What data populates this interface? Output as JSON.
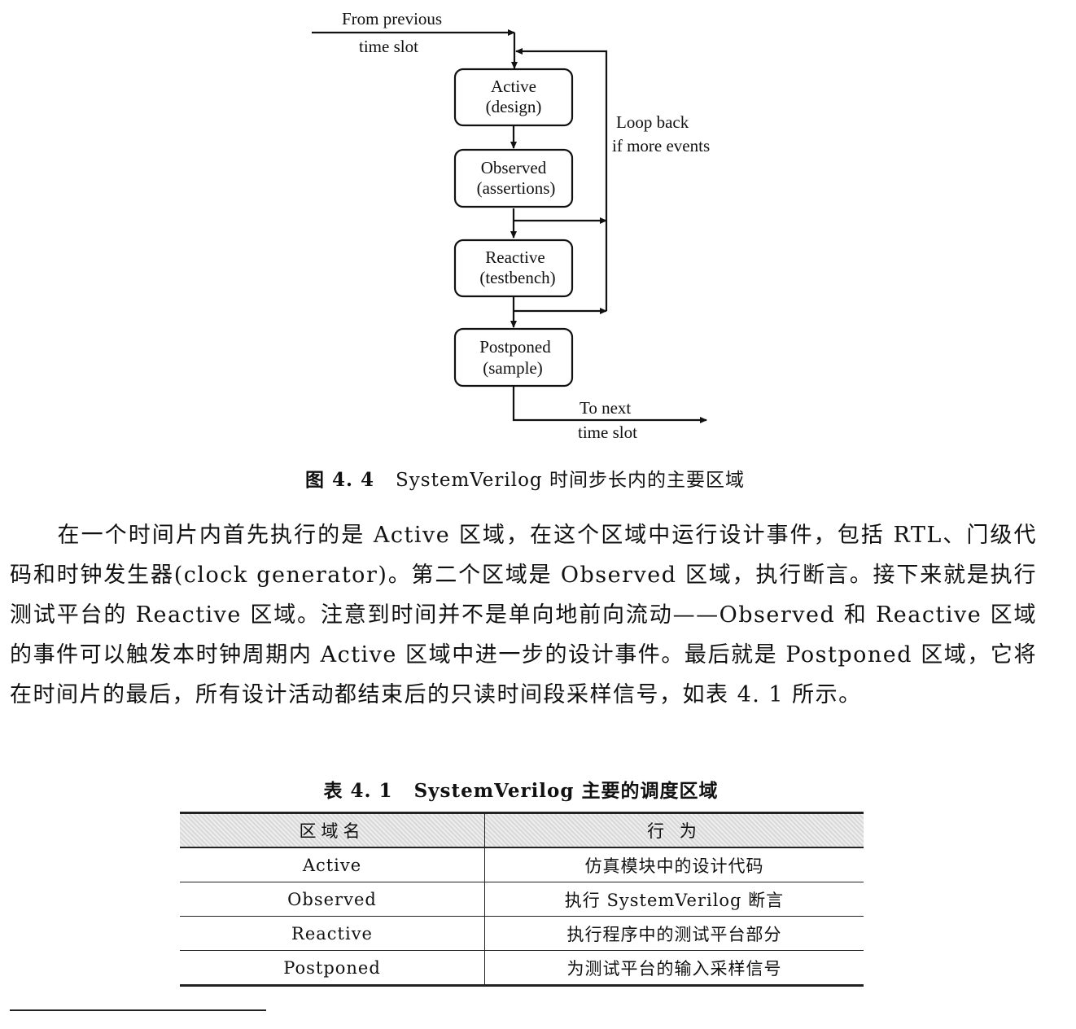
{
  "figure": {
    "entry_label": [
      "From previous",
      "time slot"
    ],
    "loop_label": [
      "Loop back",
      "if more events"
    ],
    "exit_label": [
      "To next",
      "time slot"
    ],
    "regions": [
      {
        "name": "Active",
        "role": "(design)"
      },
      {
        "name": "Observed",
        "role": "(assertions)"
      },
      {
        "name": "Reactive",
        "role": "(testbench)"
      },
      {
        "name": "Postponed",
        "role": "(sample)"
      }
    ],
    "caption_number": "图 4. 4",
    "caption_text": "SystemVerilog 时间步长内的主要区域"
  },
  "paragraph": "在一个时间片内首先执行的是 Active 区域，在这个区域中运行设计事件，包括 RTL、门级代码和时钟发生器(clock generator)。第二个区域是 Observed 区域，执行断言。接下来就是执行测试平台的 Reactive 区域。注意到时间并不是单向地前向流动——Observed 和 Reactive 区域的事件可以触发本时钟周期内 Active 区域中进一步的设计事件。最后就是 Postponed 区域，它将在时间片的最后，所有设计活动都结束后的只读时间段采样信号，如表 4. 1 所示。",
  "table": {
    "caption_number": "表 4. 1",
    "caption_text": "SystemVerilog 主要的调度区域",
    "headers": [
      "区域名",
      "行 为"
    ],
    "rows": [
      [
        "Active",
        "仿真模块中的设计代码"
      ],
      [
        "Observed",
        "执行 SystemVerilog 断言"
      ],
      [
        "Reactive",
        "执行程序中的测试平台部分"
      ],
      [
        "Postponed",
        "为测试平台的输入采样信号"
      ]
    ]
  }
}
